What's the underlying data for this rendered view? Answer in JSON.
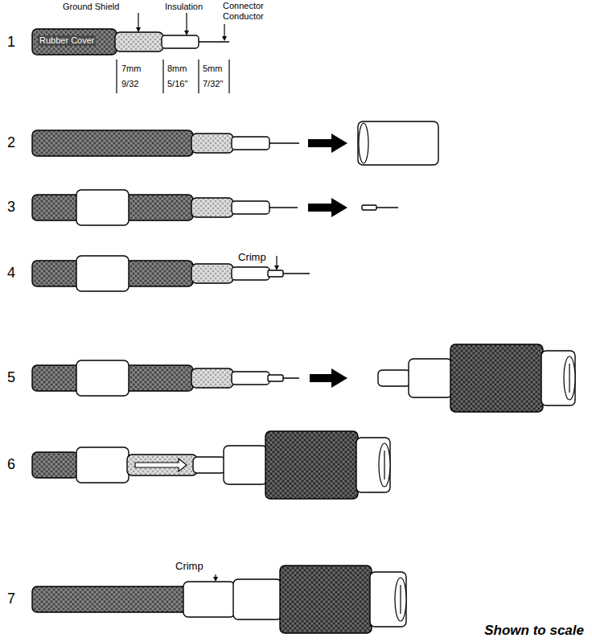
{
  "diagram": {
    "labels": [
      "Ground Shield",
      "Insulation",
      "Connector Conductor",
      "Rubber Cover",
      "7mm",
      "9/32",
      "8mm",
      "5/16\"",
      "5mm",
      "7/32\"",
      "1",
      "2",
      "3",
      "4",
      "Crimp",
      "5",
      "6",
      "7",
      "Crimp",
      "Shown to scale"
    ]
  }
}
